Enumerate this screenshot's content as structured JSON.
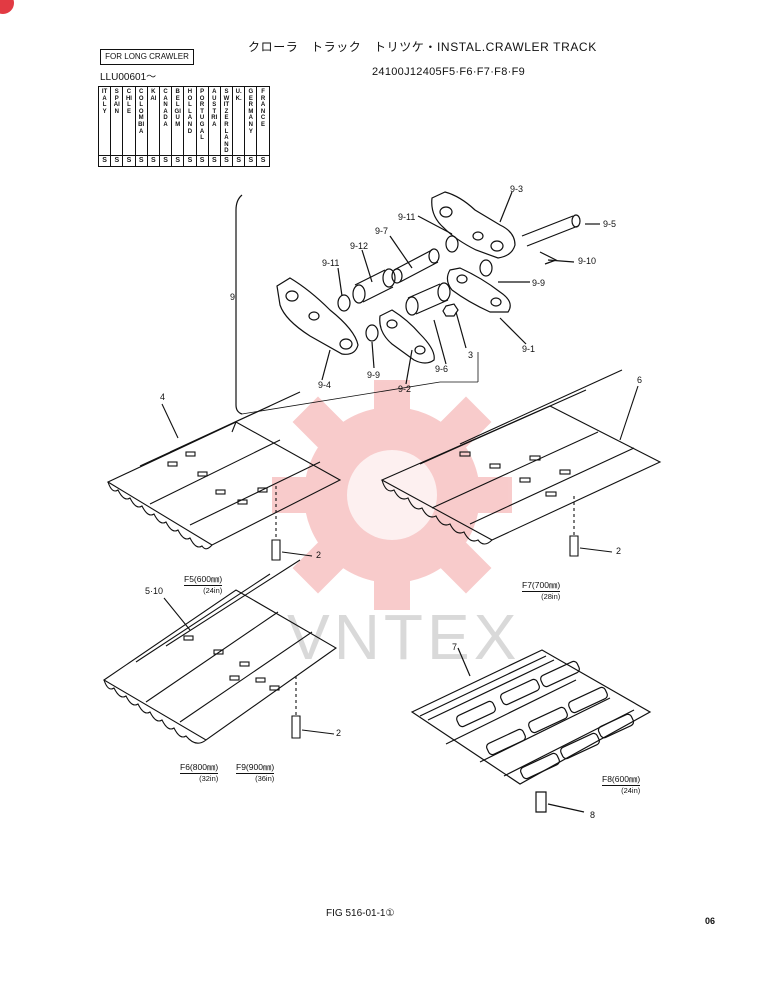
{
  "header": {
    "title": "クローラ　トラック　トリツケ・INSTAL.CRAWLER TRACK",
    "part_number": "24100J12405F5·F6·F7·F8·F9",
    "crawler_type": "FOR LONG CRAWLER",
    "serial_start": "LLU00601～"
  },
  "countries": [
    "ITALY",
    "SPAIN",
    "CHILE",
    "COLOMBIA",
    "KAI",
    "CANADA",
    "BELGIUM",
    "HOLLAND",
    "PORTUGAL",
    "AUSTRIA",
    "SWITZER LAND",
    "U.K.",
    "GERMANY",
    "FRANCE"
  ],
  "country_codes": [
    "S",
    "S",
    "S",
    "S",
    "S",
    "S",
    "S",
    "S",
    "S",
    "S",
    "S",
    "S",
    "S",
    "S"
  ],
  "callouts": {
    "c9_3": "9-3",
    "c9_5": "9-5",
    "c9_11a": "9-11",
    "c9_7": "9-7",
    "c9_12": "9-12",
    "c9_10": "9-10",
    "c9_11b": "9-11",
    "c9_9a": "9-9",
    "c9": "9",
    "c3": "3",
    "c9_1": "9-1",
    "c9_6": "9-6",
    "c9_4": "9-4",
    "c9_9b": "9-9",
    "c9_2": "9-2",
    "c4": "4",
    "c6": "6",
    "c2a": "2",
    "c2b": "2",
    "c5_10": "5·10",
    "c7": "7",
    "c2c": "2",
    "c8": "8"
  },
  "variants": {
    "f5": {
      "main": "F5(600㎜)",
      "sub": "(24in)"
    },
    "f7": {
      "main": "F7(700㎜)",
      "sub": "(28in)"
    },
    "f6": {
      "main": "F6(800㎜)",
      "sub": "(32in)"
    },
    "f9": {
      "main": "F9(900㎜)",
      "sub": "(36in)"
    },
    "f8": {
      "main": "F8(600㎜)",
      "sub": "(24in)"
    }
  },
  "footer": {
    "figure": "FIG 516-01-1①",
    "page": "06"
  },
  "watermark": {
    "text": "VNTEX",
    "color": "#f3a6a6"
  }
}
